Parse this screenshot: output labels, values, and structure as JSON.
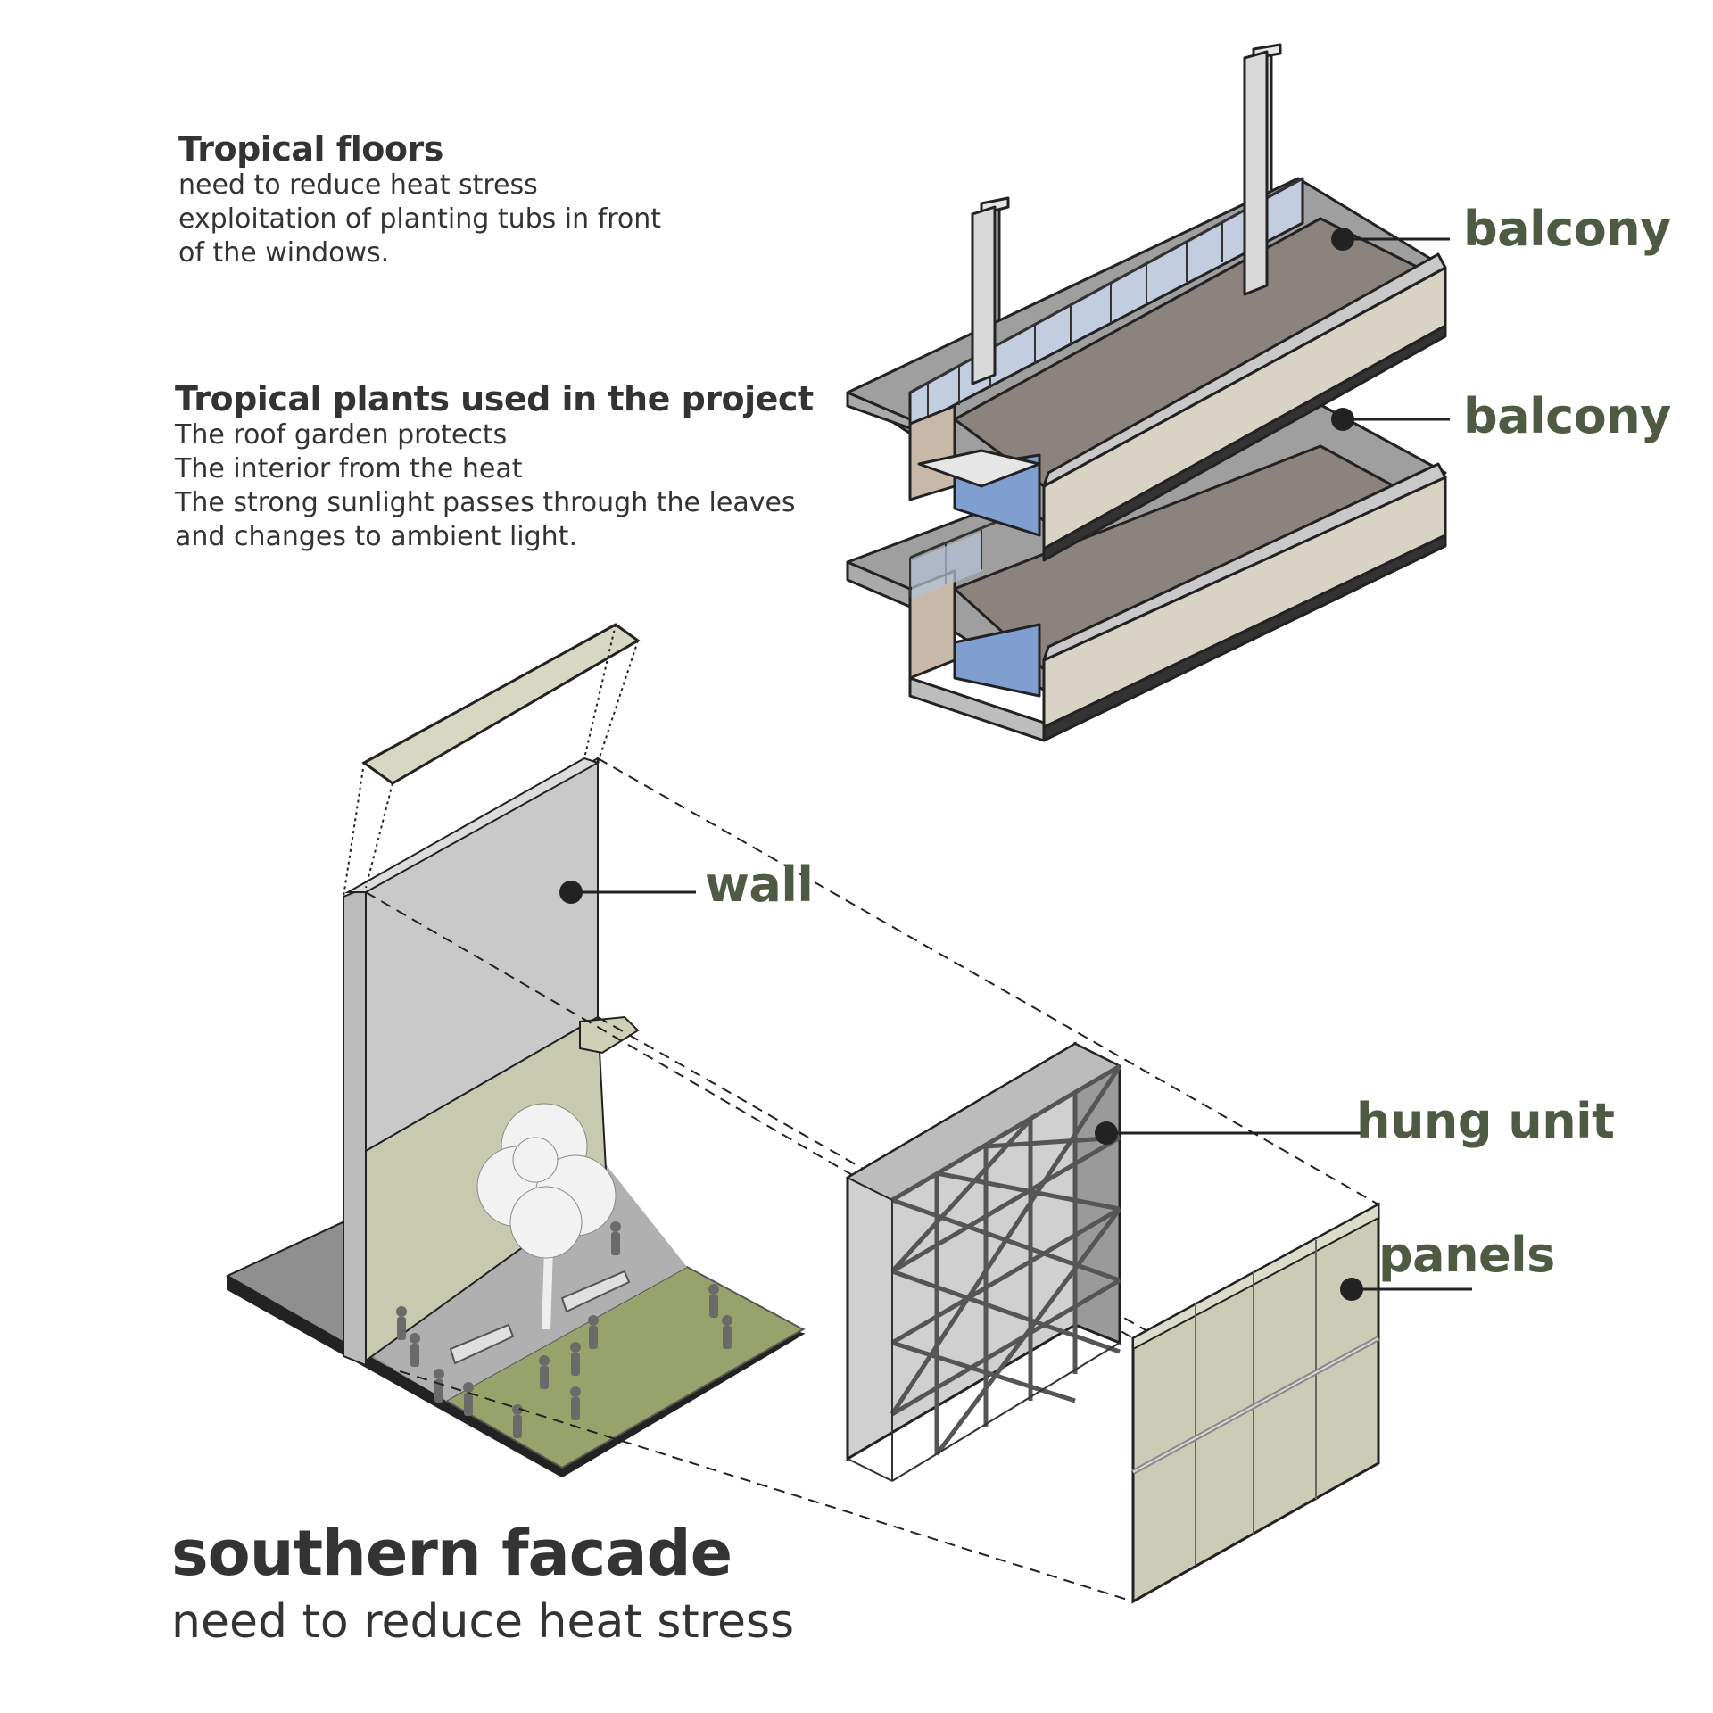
{
  "tropical_floors": {
    "title": "Tropical floors",
    "lines": [
      "need to reduce heat stress",
      "exploitation of planting tubs in front",
      "of the windows."
    ]
  },
  "tropical_plants": {
    "title": "Tropical plants used in the project",
    "lines": [
      "The roof garden protects",
      "The interior from the heat",
      "The strong sunlight passes through the leaves",
      "and changes to ambient light."
    ]
  },
  "labels": {
    "balcony_top": "balcony",
    "balcony_bottom": "balcony",
    "wall": "wall",
    "hung_unit": "hung unit",
    "panels": "panels"
  },
  "footer": {
    "title": "southern facade",
    "subtitle": "need to reduce heat stress"
  },
  "colors": {
    "label_text": "#4f5a42",
    "panel_fill": "#cccbb5",
    "wall_fill": "#c9c9c9",
    "grass_fill": "#97a36a",
    "glass": "#7e9fd0"
  }
}
